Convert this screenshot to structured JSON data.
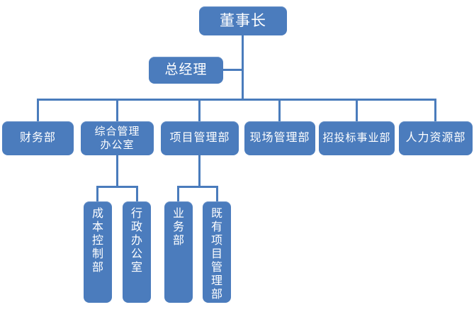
{
  "org_chart": {
    "accent_color": "#4b7cbd",
    "line_color": "#4a7cbc",
    "text_color": "#ffffff",
    "background_color": "#ffffff",
    "nodes": {
      "chairman": {
        "label": "董事长"
      },
      "general_manager": {
        "label": "总经理"
      },
      "finance": {
        "label": "财务部"
      },
      "general_admin_office": {
        "label": "综合管理\n办公室"
      },
      "project_management": {
        "label": "项目管理部"
      },
      "site_management": {
        "label": "现场管理部"
      },
      "bidding_division": {
        "label": "招投标事业部"
      },
      "human_resources": {
        "label": "人力资源部"
      },
      "cost_control": {
        "label": "成本控制部"
      },
      "administrative_office": {
        "label": "行政办公室"
      },
      "business": {
        "label": "业务部"
      },
      "existing_project_management": {
        "label": "既有项目管理部"
      }
    },
    "structure": {
      "root": "董事长",
      "assistant_of_root": "总经理",
      "children_of_root": [
        "财务部",
        "综合管理办公室",
        "项目管理部",
        "现场管理部",
        "招投标事业部",
        "人力资源部"
      ],
      "children_of_general_admin_office": [
        "成本控制部",
        "行政办公室"
      ],
      "children_of_project_management": [
        "业务部",
        "既有项目管理部"
      ]
    }
  }
}
